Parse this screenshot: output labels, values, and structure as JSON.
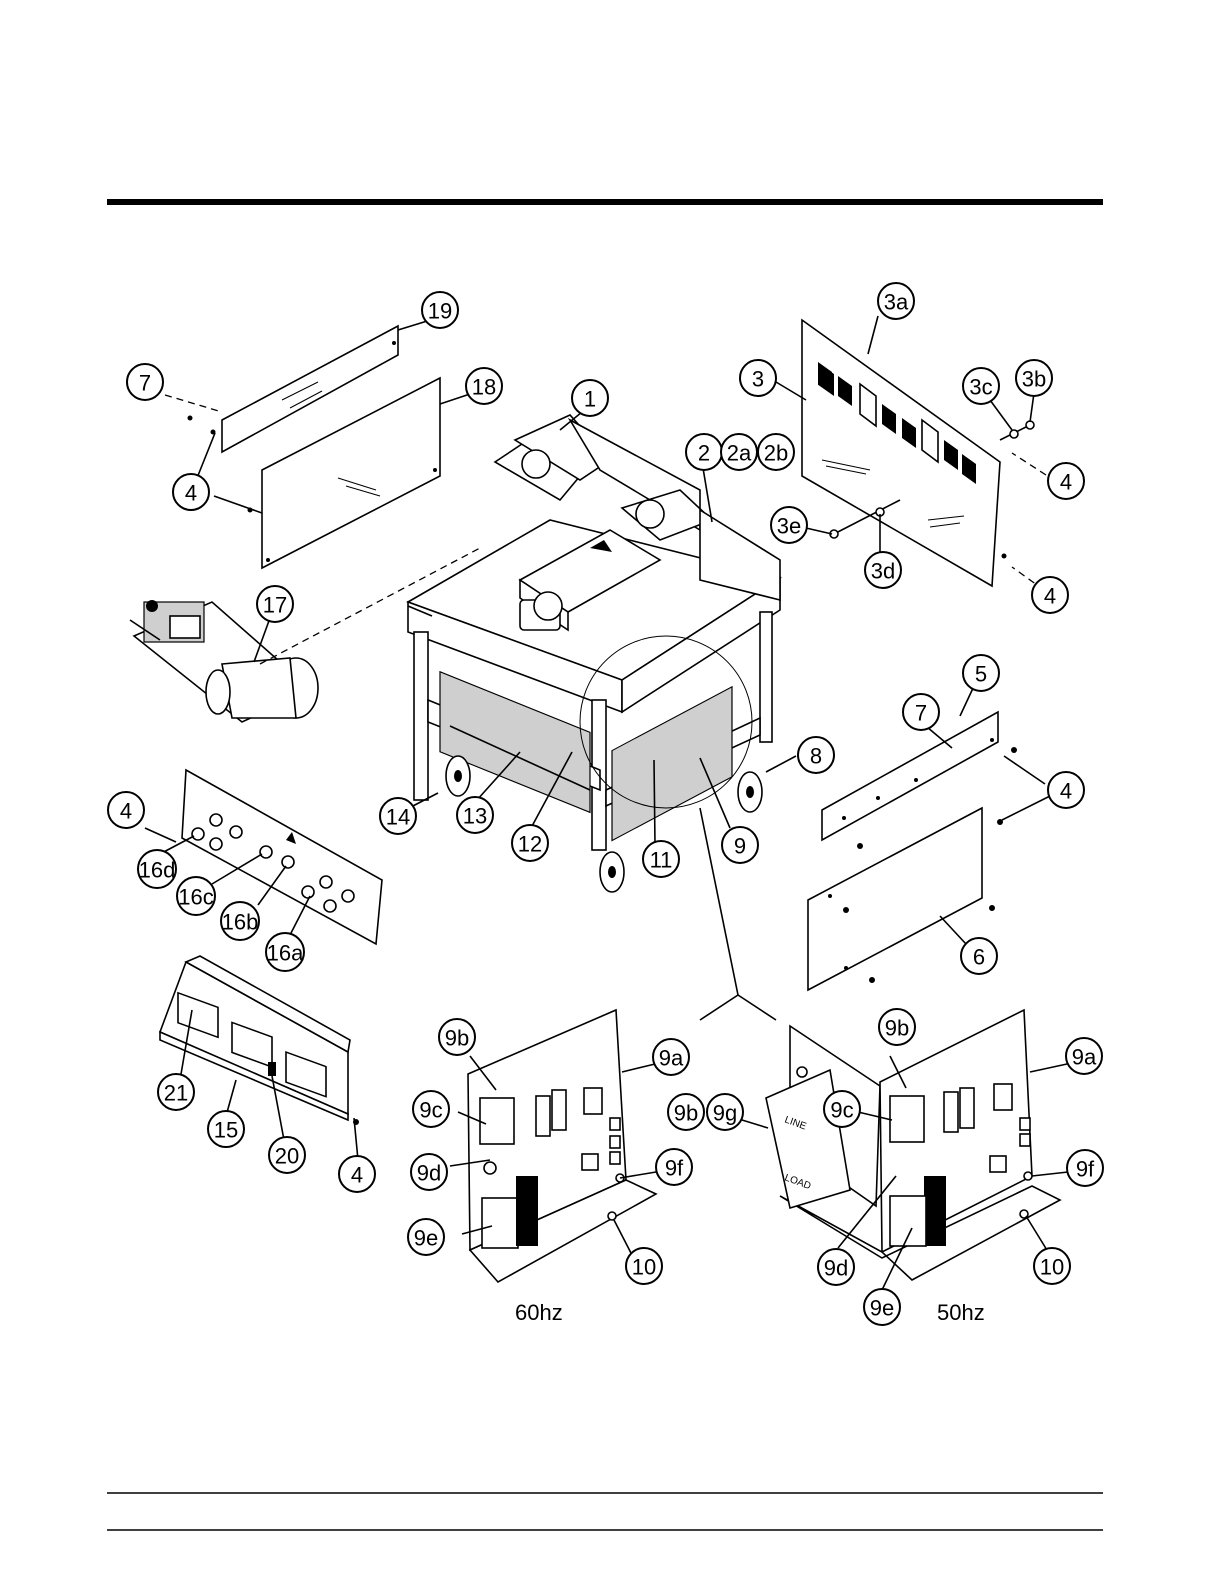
{
  "callouts": [
    {
      "id": "c-19",
      "label": "19"
    },
    {
      "id": "c-18",
      "label": "18"
    },
    {
      "id": "c-7a",
      "label": "7"
    },
    {
      "id": "c-4a",
      "label": "4"
    },
    {
      "id": "c-1",
      "label": "1"
    },
    {
      "id": "c-2",
      "label": "2"
    },
    {
      "id": "c-2a",
      "label": "2a"
    },
    {
      "id": "c-2b",
      "label": "2b"
    },
    {
      "id": "c-3a",
      "label": "3a"
    },
    {
      "id": "c-3",
      "label": "3"
    },
    {
      "id": "c-3c",
      "label": "3c"
    },
    {
      "id": "c-3b",
      "label": "3b"
    },
    {
      "id": "c-4b",
      "label": "4"
    },
    {
      "id": "c-3e",
      "label": "3e"
    },
    {
      "id": "c-3d",
      "label": "3d"
    },
    {
      "id": "c-4c",
      "label": "4"
    },
    {
      "id": "c-17",
      "label": "17"
    },
    {
      "id": "c-5",
      "label": "5"
    },
    {
      "id": "c-7b",
      "label": "7"
    },
    {
      "id": "c-8",
      "label": "8"
    },
    {
      "id": "c-4d",
      "label": "4"
    },
    {
      "id": "c-14",
      "label": "14"
    },
    {
      "id": "c-13",
      "label": "13"
    },
    {
      "id": "c-12",
      "label": "12"
    },
    {
      "id": "c-11",
      "label": "11"
    },
    {
      "id": "c-9",
      "label": "9"
    },
    {
      "id": "c-4e",
      "label": "4"
    },
    {
      "id": "c-16d",
      "label": "16d"
    },
    {
      "id": "c-16c",
      "label": "16c"
    },
    {
      "id": "c-16b",
      "label": "16b"
    },
    {
      "id": "c-16a",
      "label": "16a"
    },
    {
      "id": "c-6",
      "label": "6"
    },
    {
      "id": "c-21",
      "label": "21"
    },
    {
      "id": "c-15",
      "label": "15"
    },
    {
      "id": "c-20",
      "label": "20"
    },
    {
      "id": "c-4f",
      "label": "4"
    },
    {
      "id": "c-9b-l",
      "label": "9b"
    },
    {
      "id": "c-9a-l",
      "label": "9a"
    },
    {
      "id": "c-9c-l",
      "label": "9c"
    },
    {
      "id": "c-9d-l",
      "label": "9d"
    },
    {
      "id": "c-9f-l",
      "label": "9f"
    },
    {
      "id": "c-9e-l",
      "label": "9e"
    },
    {
      "id": "c-10-l",
      "label": "10"
    },
    {
      "id": "c-9b-m",
      "label": "9b"
    },
    {
      "id": "c-9g",
      "label": "9g"
    },
    {
      "id": "c-9b-r",
      "label": "9b"
    },
    {
      "id": "c-9a-r",
      "label": "9a"
    },
    {
      "id": "c-9c-r",
      "label": "9c"
    },
    {
      "id": "c-9f-r",
      "label": "9f"
    },
    {
      "id": "c-9d-r",
      "label": "9d"
    },
    {
      "id": "c-10-r",
      "label": "10"
    },
    {
      "id": "c-9e-r",
      "label": "9e"
    }
  ],
  "variants": {
    "left": "60hz",
    "right": "50hz"
  },
  "box_markings": {
    "line": "LINE",
    "load": "LOAD"
  }
}
